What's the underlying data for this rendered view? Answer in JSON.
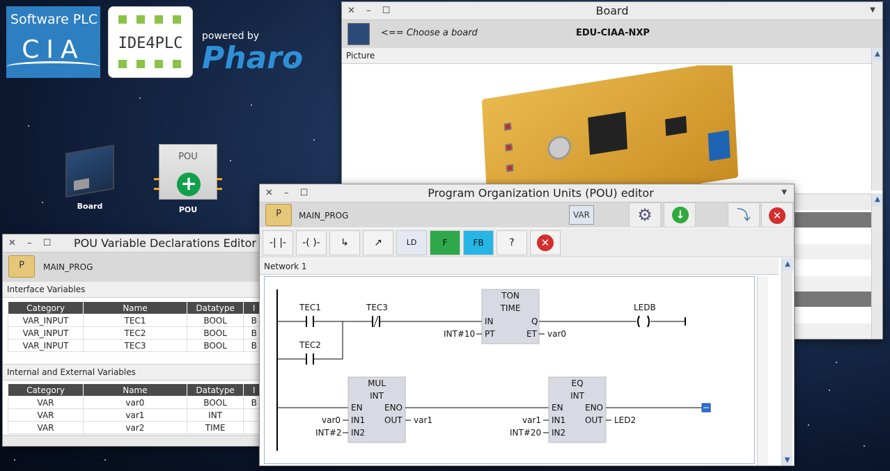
{
  "logos": {
    "cia_line1": "Software PLC",
    "cia_line2": "CIA",
    "ide_text": "IDE4PLC",
    "powered_by": "powered by",
    "pharo": "Pharo"
  },
  "desktop": {
    "board_label": "Board",
    "pou_box_label": "POU",
    "pou_label": "POU"
  },
  "board_window": {
    "title": "Board",
    "choose_label": "<== Choose a board",
    "board_name": "EDU-CIAA-NXP",
    "picture_header": "Picture"
  },
  "var_window": {
    "title": "POU Variable Declarations Editor",
    "pou_button": "P",
    "pou_name": "MAIN_PROG",
    "interface_header": "Interface Variables",
    "internal_header": "Internal and External Variables",
    "columns": [
      "Category",
      "Name",
      "Datatype",
      "I"
    ],
    "interface_rows": [
      [
        "VAR_INPUT",
        "TEC1",
        "BOOL",
        "B"
      ],
      [
        "VAR_INPUT",
        "TEC2",
        "BOOL",
        "B"
      ],
      [
        "VAR_INPUT",
        "TEC3",
        "BOOL",
        "B"
      ]
    ],
    "internal_rows": [
      [
        "VAR",
        "var0",
        "BOOL",
        "B"
      ],
      [
        "VAR",
        "var1",
        "INT",
        ""
      ],
      [
        "VAR",
        "var2",
        "TIME",
        ""
      ]
    ]
  },
  "pou_window": {
    "title": "Program Organization Units (POU) editor",
    "pou_button": "P",
    "pou_name": "MAIN_PROG",
    "var_button": "VAR",
    "tools": [
      "-| |-",
      "-( )-",
      "",
      "",
      "LD",
      "F",
      "FB",
      "?",
      ""
    ],
    "network_label": "Network 1",
    "ladder": {
      "contacts": [
        "TEC1",
        "TEC3",
        "TEC2"
      ],
      "coil": "LEDB",
      "ton": {
        "name": "TON",
        "type": "TIME",
        "in": "IN",
        "q": "Q",
        "pt": "PT",
        "et": "ET",
        "pt_val": "INT#10",
        "et_val": "var0"
      },
      "mul": {
        "name": "MUL",
        "type": "INT",
        "en": "EN",
        "eno": "ENO",
        "in1": "IN1",
        "in2": "IN2",
        "out": "OUT",
        "in1_val": "var0",
        "in2_val": "INT#2",
        "out_val": "var1"
      },
      "eq": {
        "name": "EQ",
        "type": "INT",
        "en": "EN",
        "eno": "ENO",
        "in1": "IN1",
        "in2": "IN2",
        "out": "OUT",
        "in1_val": "var1",
        "in2_val": "INT#20",
        "out_val": "LED2"
      }
    }
  }
}
